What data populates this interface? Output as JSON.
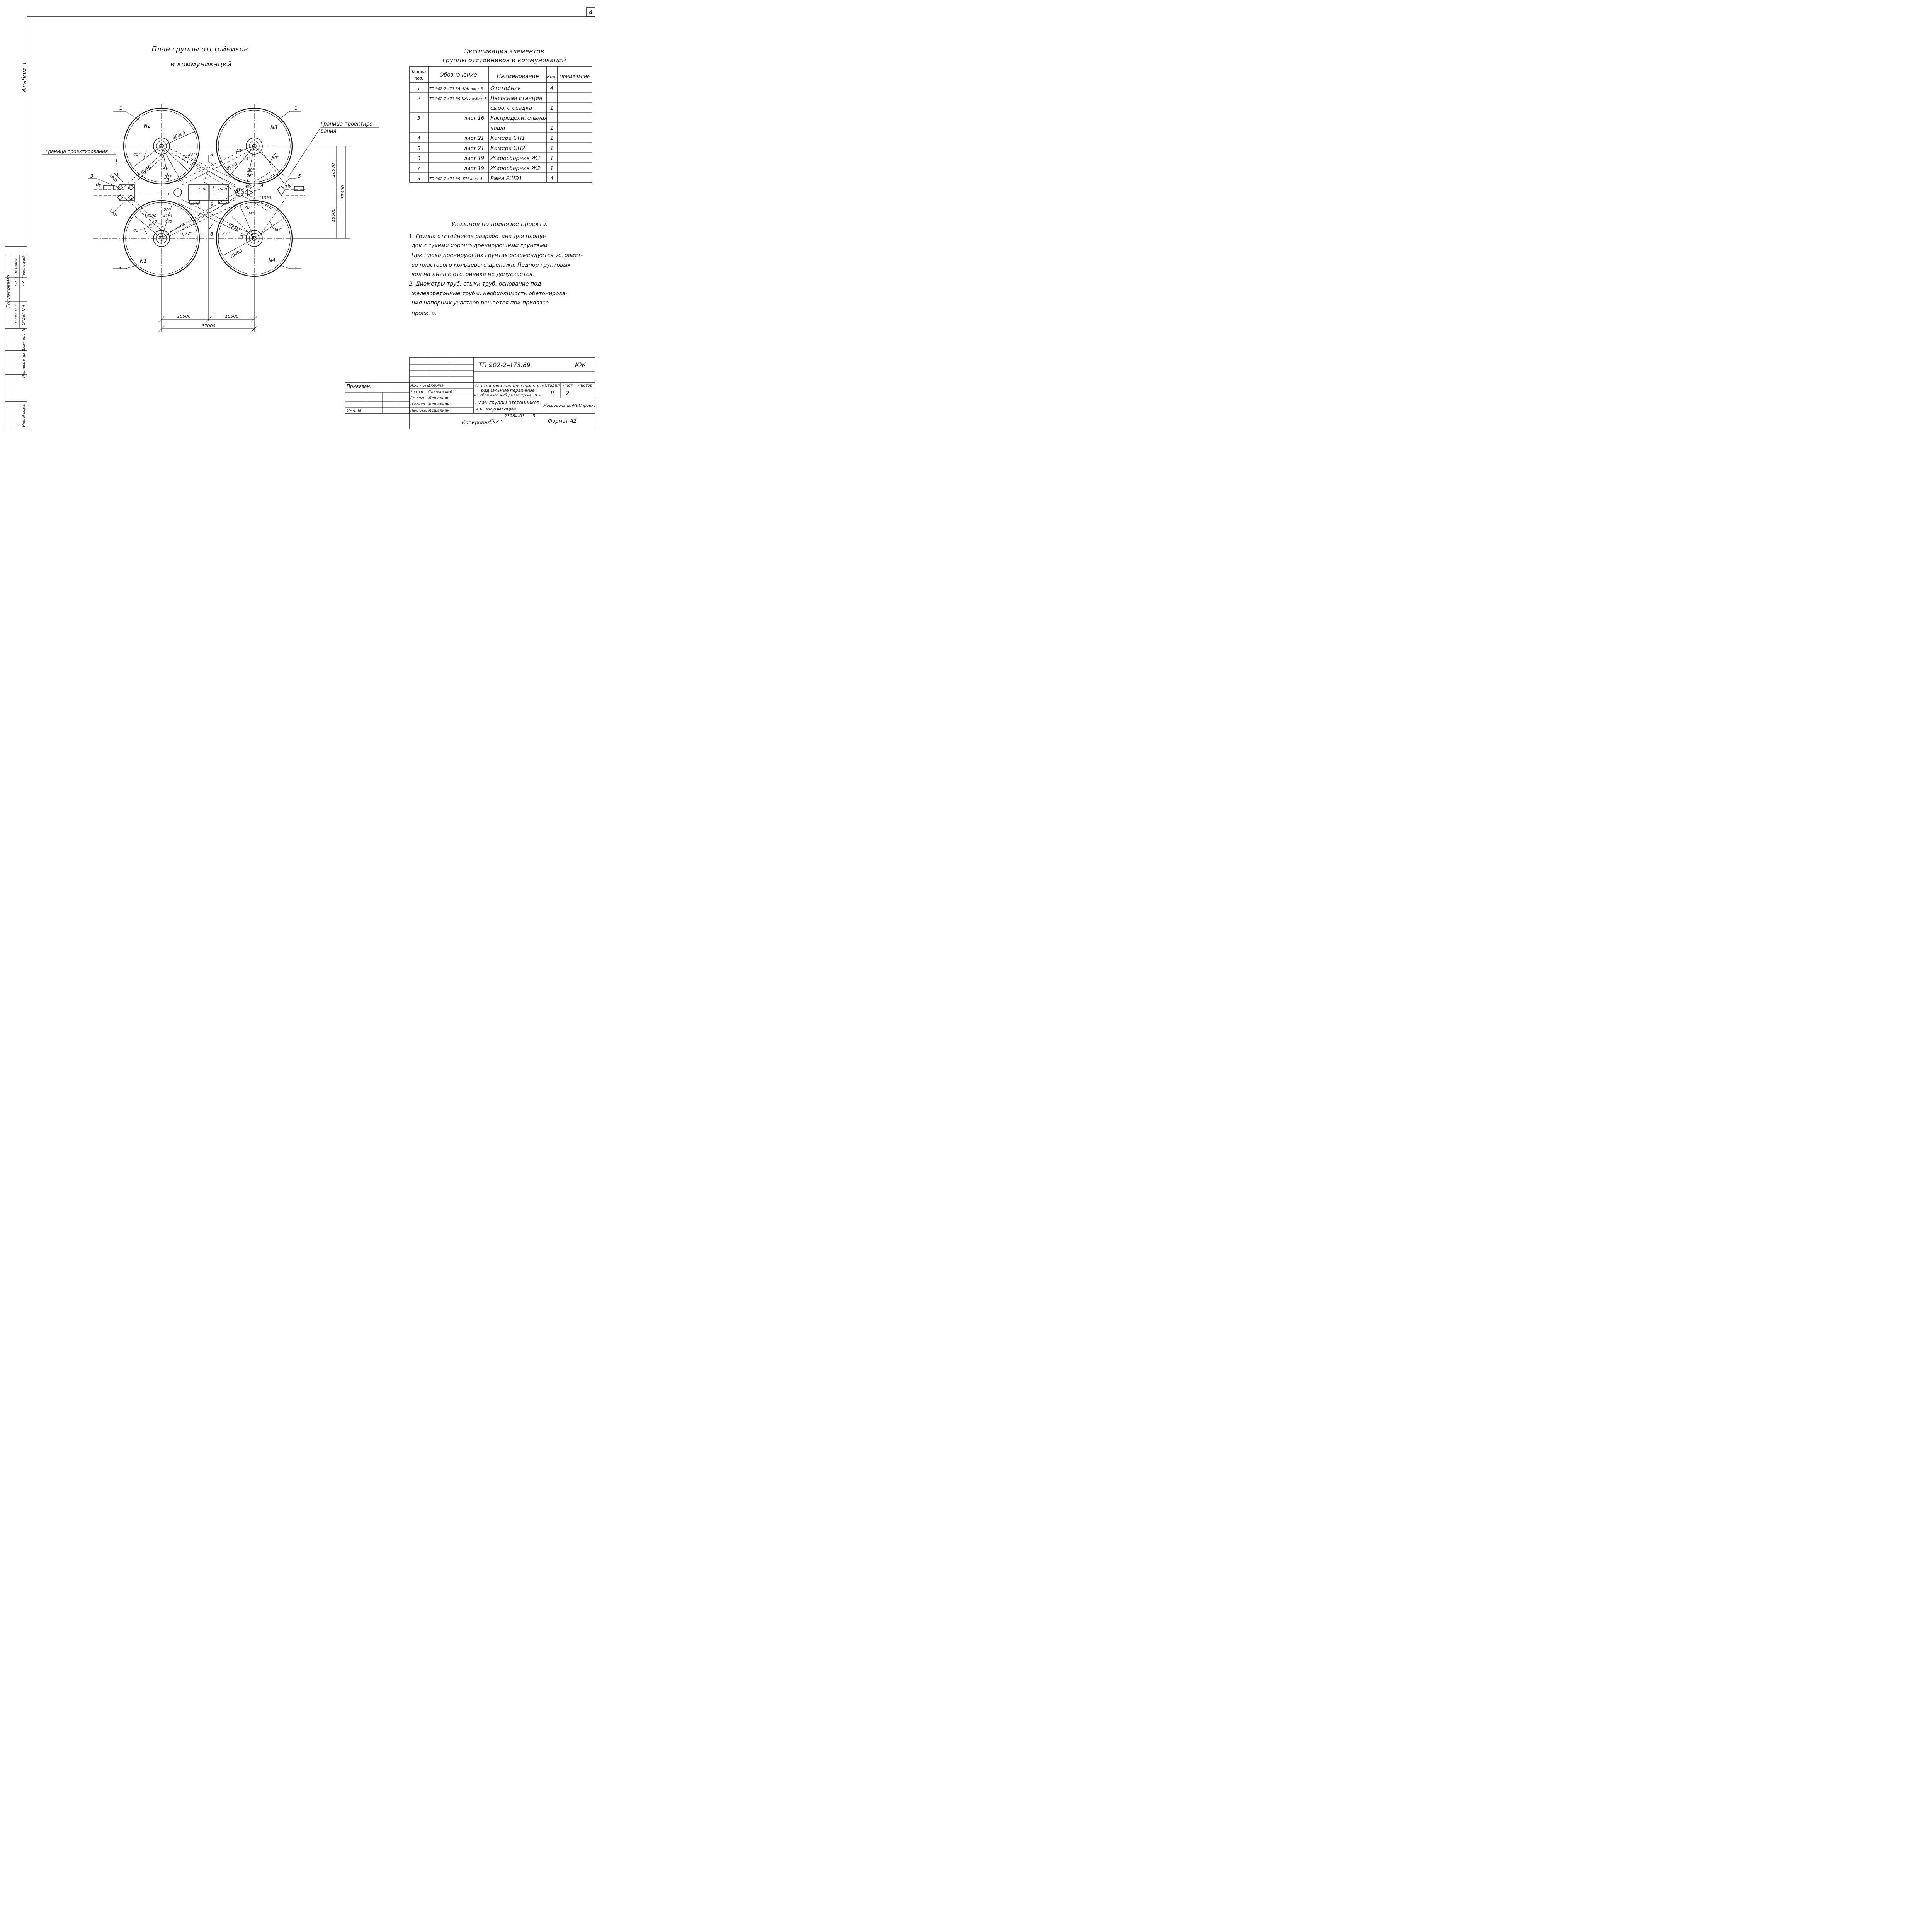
{
  "sheet_number": "4",
  "album_label": "Альбом 3",
  "plan": {
    "title_line1": "План группы отстойников",
    "title_line2": "и коммуникаций",
    "boundary_left": "Граница проектирования",
    "boundary_right_line1": "Граница проектиро-",
    "boundary_right_line2": "вания",
    "tank_labels": [
      "N2",
      "N3",
      "N1",
      "N4"
    ],
    "dims": {
      "d30000_a": "30000",
      "d30000_b": "30000",
      "d18500_v1": "18500",
      "d18500_v2": "18500",
      "d37000_v": "37000",
      "d18500_h1": "18500",
      "d18500_h2": "18500",
      "d37000_h": "37000",
      "d7500_a": "7500",
      "d7500_b": "7500",
      "d2980_a": "2980",
      "d2980_b": "2980",
      "d4270": "4270",
      "d11390": "11390",
      "d14400": "14400",
      "d4700": "4700",
      "d640": "640",
      "d690": "690",
      "d3000": "3000",
      "d3000b": "3000"
    },
    "angles": [
      "45°",
      "27°",
      "20°",
      "31°",
      "27°",
      "60°",
      "45°",
      "20°",
      "26°",
      "20°",
      "45°",
      "60°",
      "45°",
      "27°",
      "27°",
      "20°",
      "45°"
    ],
    "pipe_labels": [
      "dy50",
      "dy50",
      "dy50",
      "dy50",
      "dy",
      "dy"
    ],
    "marks": [
      "1",
      "1",
      "1",
      "1",
      "2",
      "3",
      "4",
      "5",
      "6",
      "7",
      "8",
      "8"
    ]
  },
  "explication": {
    "title_line1": "Экспликация элементов",
    "title_line2": "группы отстойников и коммуникаций",
    "headers": [
      "Марка поз.",
      "Обозначение",
      "Наименование",
      "Кол.",
      "Примечание"
    ],
    "header_mark_line1": "Марка",
    "header_mark_line2": "поз.",
    "rows": [
      {
        "mark": "1",
        "code": "ТП 902-2-473.89 -КЖ лист 3",
        "name": "Отстойник",
        "qty": "4",
        "note": ""
      },
      {
        "mark": "2",
        "code": "ТП 902-2-473.89-КЖ альбом 5",
        "name": "Насосная станция",
        "qty": "",
        "note": ""
      },
      {
        "mark": "",
        "code": "",
        "name": "сырого осадка",
        "qty": "1",
        "note": ""
      },
      {
        "mark": "3",
        "code": "лист 16",
        "name": "Распределительная",
        "qty": "",
        "note": ""
      },
      {
        "mark": "",
        "code": "",
        "name": "чаша",
        "qty": "1",
        "note": ""
      },
      {
        "mark": "4",
        "code": "лист 21",
        "name": "Камера ОП1",
        "qty": "1",
        "note": ""
      },
      {
        "mark": "5",
        "code": "лист 21",
        "name": "Камера ОП2",
        "qty": "1",
        "note": ""
      },
      {
        "mark": "6",
        "code": "лист 19",
        "name": "Жиросборник Ж1",
        "qty": "1",
        "note": ""
      },
      {
        "mark": "7",
        "code": "лист 19",
        "name": "Жиросборник Ж2",
        "qty": "1",
        "note": ""
      },
      {
        "mark": "8",
        "code": "ТП 902-2-473.89 -ПМ лист 4",
        "name": "Рама РШЭ1",
        "qty": "4",
        "note": ""
      }
    ]
  },
  "notes": {
    "title": "Указания по привязке проекта.",
    "lines": [
      "1. Группа отстойников разработана для площа-",
      "док с сухими хорошо дренирующими грунтами.",
      "При плохо дренирующих грунтах рекомендуется устройст-",
      "во пластового кольцевого дренажа. Подпор грунтовых",
      "вод на днище отстойника не допускается.",
      "2. Диаметры труб, стыки труб, основание под",
      "железобетонные трубы, необходимость обетонирова-",
      "ния напорных участков решается при привязке",
      "проекта."
    ]
  },
  "left_stamp": {
    "agreed": "Согласовано",
    "dept2": "Отдел N 2",
    "dept4": "Отдел N 4",
    "name1": "Лазанов",
    "name2": "Поволоцкий",
    "inv_orig": "Инв. N подл.",
    "sign_date": "Подпись и дата",
    "inv_repl": "Взам. инв. N",
    "inv_no": "Инв. N подл."
  },
  "title_block": {
    "doc_code": "ТП 902-2-473.89",
    "mark_kzh": "КЖ",
    "attached": "Привязан:",
    "inv_label": "Инв. N",
    "object_line1": "Отстойники канализационные",
    "object_line2": "радиальные первичные",
    "object_line3": "из сборного ж/б диаметром 30 м.",
    "sheet_line1": "План группы отстойников",
    "sheet_line2": "и коммуникаций",
    "stage_label": "Стадия",
    "sheet_label": "Лист",
    "sheets_label": "Листов",
    "stage": "Р",
    "sheet": "2",
    "organization": "МосводоканалНИИпроект",
    "roles": [
      {
        "role": "Нач. т.отд.",
        "name": "Тюрина"
      },
      {
        "role": "Зав. гр.",
        "name": "Славянский"
      },
      {
        "role": "Гл. спец.",
        "name": "Мешалкин"
      },
      {
        "role": "Н.контр.",
        "name": "Мешалкин"
      },
      {
        "role": "Нач. отд.",
        "name": "Мешалкин"
      }
    ],
    "archive_no": "23984-03",
    "archive_sheet": "5",
    "copied_label": "Копировал:",
    "format_label": "Формат А2"
  }
}
